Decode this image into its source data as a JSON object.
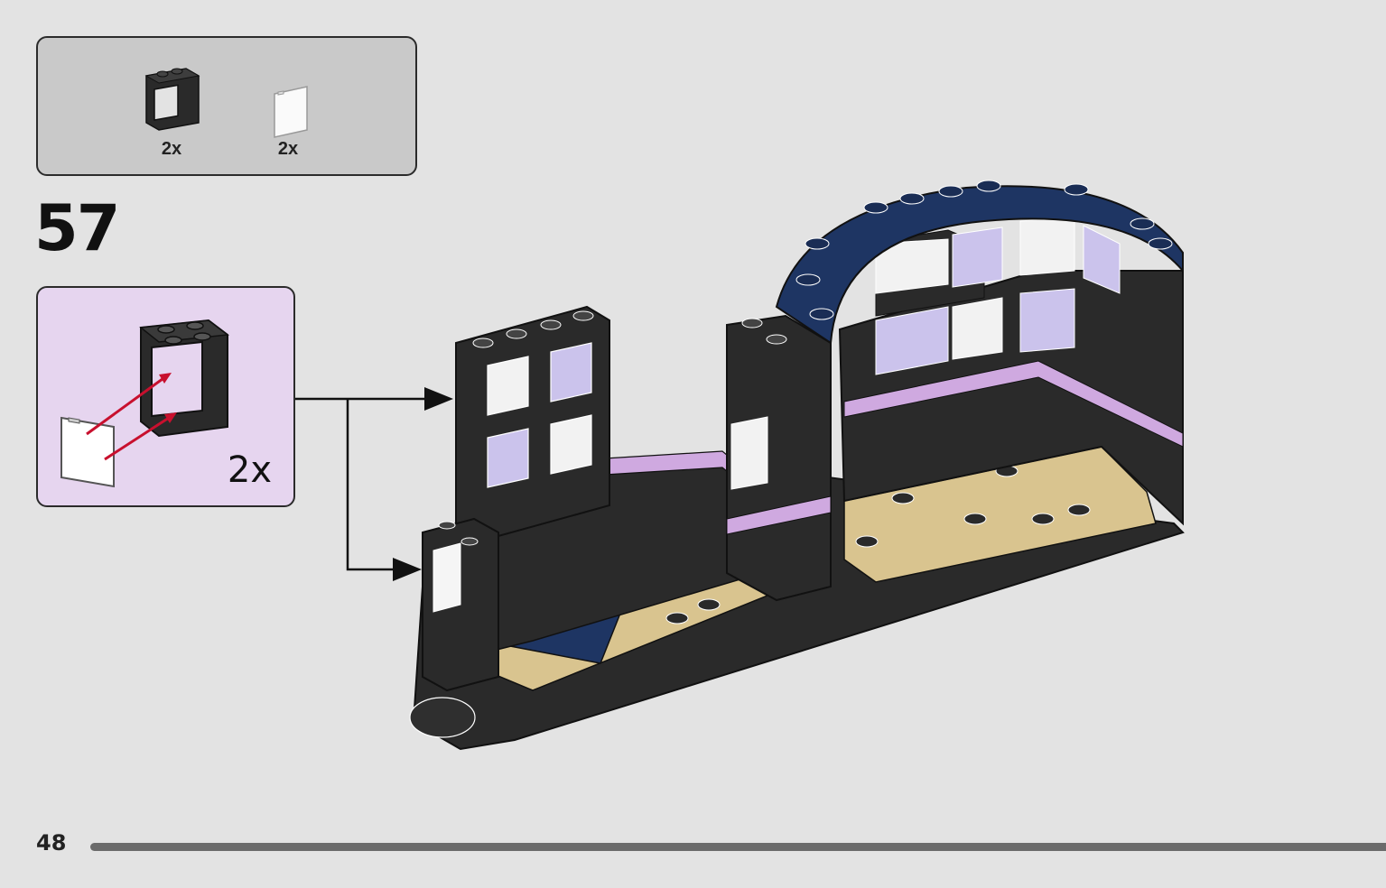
{
  "step": {
    "number": "57"
  },
  "parts_list": {
    "items": [
      {
        "name": "window-frame-1x2x2-black",
        "quantity": "2x"
      },
      {
        "name": "window-glass-transparent",
        "quantity": "2x"
      }
    ]
  },
  "sub_assembly": {
    "quantity": "2x"
  },
  "page": {
    "number": "48"
  },
  "colors": {
    "page_background": "#e3e3e3",
    "parts_box": "#c9c9c9",
    "subassembly_box": "#e6d5ef",
    "brick_black": "#2a2a2a",
    "tan": "#d9c48f",
    "lavender": "#cfa9e0",
    "dark_blue": "#1e3563",
    "arrow_red": "#c8102e"
  }
}
